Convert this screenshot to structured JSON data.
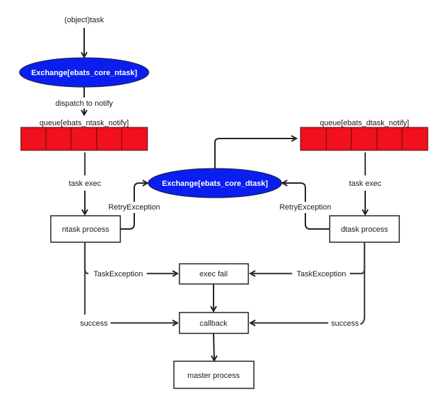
{
  "diagram": {
    "type": "flowchart",
    "colors": {
      "exchange_fill": "#0a1ef0",
      "queue_fill": "#f0101e",
      "stroke": "#222222",
      "box_fill": "#ffffff"
    },
    "nodes": {
      "input_label": "(object)task",
      "exchange_ntask": "Exchange[ebats_core_ntask]",
      "queue_ntask_label": "queue[ebats_ntask_notify]",
      "exchange_dtask": "Exchange[ebats_core_dtask]",
      "queue_dtask_label": "queue[ebats_dtask_notify]",
      "ntask_process": "ntask process",
      "dtask_process": "dtask process",
      "exec_fail": "exec fail",
      "callback": "callback",
      "master_process": "master process"
    },
    "queue_slots": 5,
    "edge_labels": {
      "dispatch": "dispatch to notify",
      "task_exec_left": "task exec",
      "task_exec_right": "task exec",
      "retry_left": "RetryException",
      "retry_right": "RetryException",
      "task_exception_left": "TaskException",
      "task_exception_right": "TaskException",
      "success_left": "success",
      "success_right": "success"
    }
  }
}
